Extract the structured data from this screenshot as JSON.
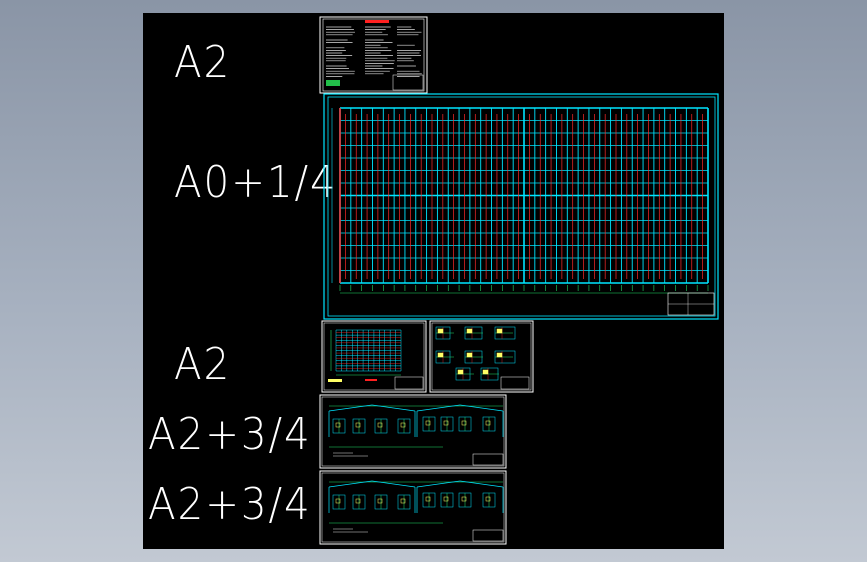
{
  "viewport": {
    "background": "#000000",
    "frame_gradient": [
      "#8a95a6",
      "#c2c9d3"
    ]
  },
  "colors": {
    "sheet_border": "#ffffff",
    "grid_main": "#00e5ff",
    "grid_red": "#ff2a2a",
    "green_dims": "#22e06a",
    "yellow_text": "#ffff66",
    "title_red": "#ff2020"
  },
  "labels": {
    "sheet1": "A2",
    "sheet2": "A0+1/4",
    "sheet3": "A2",
    "sheet4": "A2+3/4",
    "sheet5": "A2+3/4"
  },
  "sheets": [
    {
      "name": "general-notes-sheet",
      "size": "A2",
      "content": "notes-table"
    },
    {
      "name": "foundation-plan-sheet",
      "size": "A0+1/4",
      "content": "grid-plan"
    },
    {
      "name": "small-plan-sheet",
      "size": "A2",
      "content": "plan"
    },
    {
      "name": "details-sheet",
      "size": "A2",
      "content": "details"
    },
    {
      "name": "frame-elevation-sheet-1",
      "size": "A2+3/4",
      "content": "elevation"
    },
    {
      "name": "frame-elevation-sheet-2",
      "size": "A2+3/4",
      "content": "elevation"
    }
  ]
}
